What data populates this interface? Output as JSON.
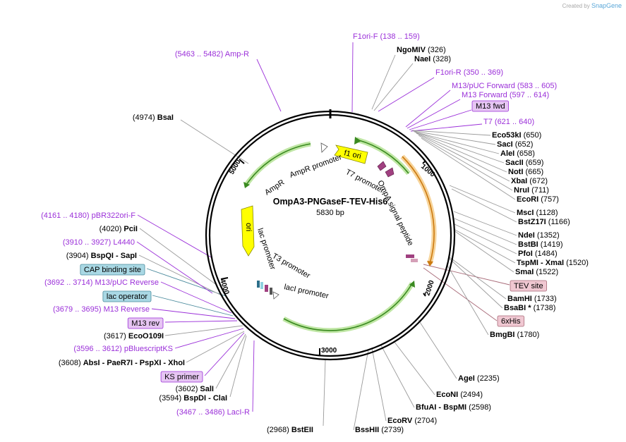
{
  "brand": {
    "created_by": "Created by",
    "app": "SnapGene"
  },
  "map": {
    "name": "OmpA3-PNGaseF-TEV-His6",
    "length": "5830 bp"
  },
  "ticks": [
    "1000",
    "2000",
    "3000",
    "4000",
    "5000"
  ],
  "features": {
    "f1_ori": "f1 ori",
    "t7_promoter": "T7 promoter",
    "ompa": "OmpA signal peptide",
    "ampr_promoter": "AmpR promoter",
    "ampr": "AmpR",
    "ori": "ori",
    "lac_promoter": "lac promoter",
    "t3_promoter": "T3 promoter",
    "laci_promoter": "lacI promoter"
  },
  "labels": [
    {
      "id": "f1ori-f",
      "kind": "primer",
      "name": "F1ori-F",
      "pos": "(138 .. 159)"
    },
    {
      "id": "ngomiv",
      "kind": "site",
      "name": "NgoMIV",
      "pos": "(326)"
    },
    {
      "id": "naei",
      "kind": "site",
      "name": "NaeI",
      "pos": "(328)"
    },
    {
      "id": "f1ori-r",
      "kind": "primer",
      "name": "F1ori-R",
      "pos": "(350 .. 369)"
    },
    {
      "id": "m13puc-fwd",
      "kind": "primer",
      "name": "M13/pUC Forward",
      "pos": "(583 .. 605)"
    },
    {
      "id": "m13-forward",
      "kind": "primer",
      "name": "M13 Forward",
      "pos": "(597 .. 614)"
    },
    {
      "id": "m13-fwd-box",
      "kind": "box",
      "name": "M13 fwd",
      "pos": "",
      "fill": "#e6c5f3",
      "stroke": "#9b30d9"
    },
    {
      "id": "t7",
      "kind": "primer",
      "name": "T7",
      "pos": "(621 .. 640)"
    },
    {
      "id": "eco53ki",
      "kind": "site",
      "name": "Eco53kI",
      "pos": "(650)"
    },
    {
      "id": "saci",
      "kind": "site",
      "name": "SacI",
      "pos": "(652)"
    },
    {
      "id": "alei",
      "kind": "site",
      "name": "AleI",
      "pos": "(658)"
    },
    {
      "id": "sacii",
      "kind": "site",
      "name": "SacII",
      "pos": "(659)"
    },
    {
      "id": "noti",
      "kind": "site",
      "name": "NotI",
      "pos": "(665)"
    },
    {
      "id": "xbai",
      "kind": "site",
      "name": "XbaI",
      "pos": "(672)"
    },
    {
      "id": "nrui",
      "kind": "site",
      "name": "NruI",
      "pos": "(711)"
    },
    {
      "id": "ecori",
      "kind": "site",
      "name": "EcoRI",
      "pos": "(757)"
    },
    {
      "id": "msci",
      "kind": "site",
      "name": "MscI",
      "pos": "(1128)"
    },
    {
      "id": "bstz17i",
      "kind": "site",
      "name": "BstZ17I",
      "pos": "(1166)"
    },
    {
      "id": "ndei",
      "kind": "site",
      "name": "NdeI",
      "pos": "(1352)"
    },
    {
      "id": "bstbi",
      "kind": "site",
      "name": "BstBI",
      "pos": "(1419)"
    },
    {
      "id": "pfoi",
      "kind": "site",
      "name": "PfoI",
      "pos": "(1484)"
    },
    {
      "id": "tspmi",
      "kind": "site",
      "name": "TspMI  -  XmaI",
      "pos": "(1520)"
    },
    {
      "id": "smai",
      "kind": "site",
      "name": "SmaI",
      "pos": "(1522)"
    },
    {
      "id": "tev-site",
      "kind": "box",
      "name": "TEV site",
      "pos": "",
      "fill": "#f0c8d2",
      "stroke": "#a86a78"
    },
    {
      "id": "bamhi",
      "kind": "site",
      "name": "BamHI",
      "pos": "(1733)"
    },
    {
      "id": "bsabi",
      "kind": "site",
      "name": "BsaBI *",
      "pos": "(1738)"
    },
    {
      "id": "6xhis",
      "kind": "box",
      "name": "6xHis",
      "pos": "",
      "fill": "#f0c8d2",
      "stroke": "#a86a78"
    },
    {
      "id": "bmgbi",
      "kind": "site",
      "name": "BmgBI",
      "pos": "(1780)"
    },
    {
      "id": "agei",
      "kind": "site",
      "name": "AgeI",
      "pos": "(2235)"
    },
    {
      "id": "econi",
      "kind": "site",
      "name": "EcoNI",
      "pos": "(2494)"
    },
    {
      "id": "bfuai",
      "kind": "site",
      "name": "BfuAI  -  BspMI",
      "pos": "(2598)"
    },
    {
      "id": "ecorv",
      "kind": "site",
      "name": "EcoRV",
      "pos": "(2704)"
    },
    {
      "id": "bsshii",
      "kind": "site",
      "name": "BssHII",
      "pos": "(2739)"
    },
    {
      "id": "bsteii",
      "kind": "site",
      "name": "BstEII",
      "pos": "(2968)"
    },
    {
      "id": "laci-r",
      "kind": "primer",
      "name": "LacI-R",
      "pos": "(3467 .. 3486)"
    },
    {
      "id": "bspdi",
      "kind": "site",
      "name": "BspDI  -  ClaI",
      "pos": "(3594)"
    },
    {
      "id": "sali",
      "kind": "site",
      "name": "SalI",
      "pos": "(3602)"
    },
    {
      "id": "ks-primer",
      "kind": "box",
      "name": "KS primer",
      "pos": "",
      "fill": "#e6c5f3",
      "stroke": "#9b30d9"
    },
    {
      "id": "absi",
      "kind": "site",
      "name": "AbsI  -  PaeR7I  -  PspXI  -  XhoI",
      "pos": "(3608)"
    },
    {
      "id": "pbluescriptks",
      "kind": "primer",
      "name": "pBluescriptKS",
      "pos": "(3596 .. 3612)"
    },
    {
      "id": "ecoo109i",
      "kind": "site",
      "name": "EcoO109I",
      "pos": "(3617)"
    },
    {
      "id": "m13-rev-box",
      "kind": "box",
      "name": "M13 rev",
      "pos": "",
      "fill": "#e6c5f3",
      "stroke": "#9b30d9"
    },
    {
      "id": "m13-reverse",
      "kind": "primer",
      "name": "M13 Reverse",
      "pos": "(3679 .. 3695)"
    },
    {
      "id": "lac-operator",
      "kind": "box",
      "name": "lac operator",
      "pos": "",
      "fill": "#a9d8e4",
      "stroke": "#4a8a9c"
    },
    {
      "id": "m13puc-rev",
      "kind": "primer",
      "name": "M13/pUC Reverse",
      "pos": "(3692 .. 3714)"
    },
    {
      "id": "cap-site",
      "kind": "box",
      "name": "CAP binding site",
      "pos": "",
      "fill": "#a9d8e4",
      "stroke": "#4a8a9c"
    },
    {
      "id": "bspqi",
      "kind": "site",
      "name": "BspQI  -  SapI",
      "pos": "(3904)"
    },
    {
      "id": "l4440",
      "kind": "primer",
      "name": "L4440",
      "pos": "(3910 .. 3927)"
    },
    {
      "id": "pcii",
      "kind": "site",
      "name": "PciI",
      "pos": "(4020)"
    },
    {
      "id": "pbr322ori-f",
      "kind": "primer",
      "name": "pBR322ori-F",
      "pos": "(4161 .. 4180)"
    },
    {
      "id": "bsai",
      "kind": "site",
      "name": "BsaI",
      "pos": "(4974)"
    },
    {
      "id": "amp-r",
      "kind": "primer",
      "name": "Amp-R",
      "pos": "(5463 .. 5482)"
    }
  ]
}
